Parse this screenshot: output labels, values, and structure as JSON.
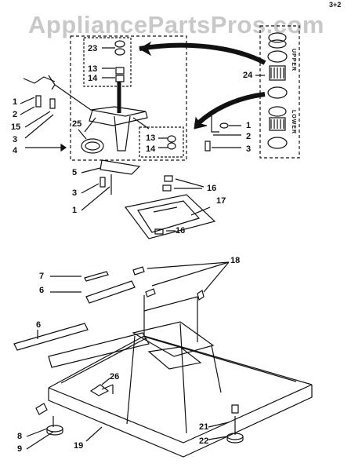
{
  "watermark": "AppliancePartsPros.com",
  "header_mark": "3+2",
  "insert_labels": {
    "upper": "UPPER",
    "lower": "LOWER"
  },
  "callouts": {
    "c1a": "1",
    "c2a": "2",
    "c15": "15",
    "c3a": "3",
    "c4": "4",
    "c23": "23",
    "c13a": "13",
    "c14a": "14",
    "c24": "24",
    "c25": "25",
    "c1b": "1",
    "c2b": "2",
    "c3b": "3",
    "c13b": "13",
    "c14b": "14",
    "c5": "5",
    "c3c": "3",
    "c1c": "1",
    "c16a": "16",
    "c17": "17",
    "c16b": "16",
    "c7": "7",
    "c6a": "6",
    "c18": "18",
    "c6b": "6",
    "c26": "26",
    "c8": "8",
    "c9": "9",
    "c19": "19",
    "c21": "21",
    "c22": "22"
  }
}
